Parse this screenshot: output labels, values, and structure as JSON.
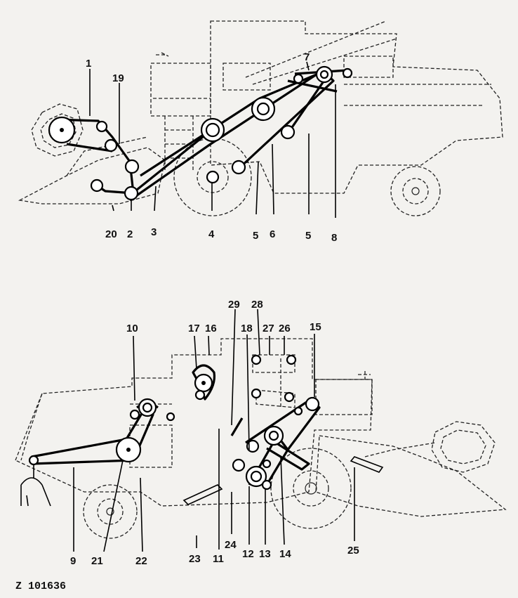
{
  "top_view": {
    "labels": [
      "1",
      "19",
      "7",
      "20",
      "2",
      "3",
      "4",
      "5",
      "6",
      "5",
      "8"
    ]
  },
  "bottom_view": {
    "labels": [
      "10",
      "17",
      "16",
      "29",
      "28",
      "18",
      "27",
      "26",
      "15",
      "9",
      "21",
      "22",
      "23",
      "24",
      "11",
      "12",
      "13",
      "14",
      "25"
    ]
  },
  "reference": "Z 101636"
}
